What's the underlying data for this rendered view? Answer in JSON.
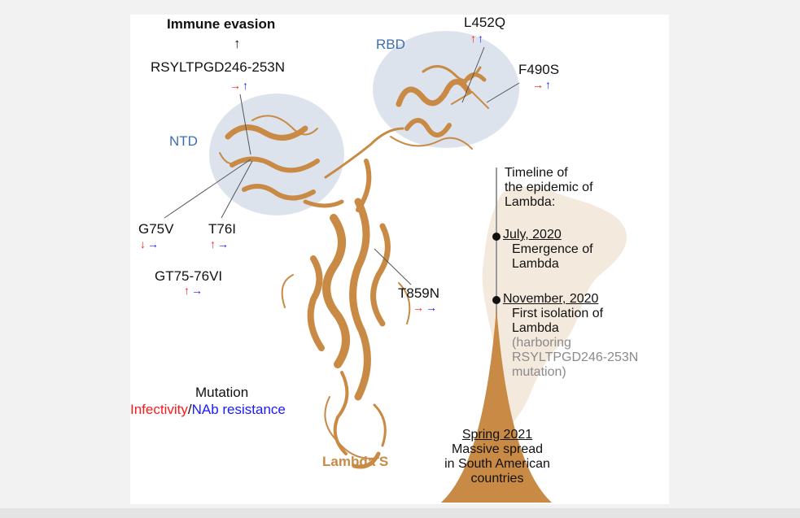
{
  "labels": {
    "immune_evasion": "Immune evasion",
    "up_arrow": "↑",
    "rsyltpgd": "RSYLTPGD246-253N",
    "ntd": "NTD",
    "rbd": "RBD",
    "l452q": "L452Q",
    "f490s": "F490S",
    "g75v": "G75V",
    "t76i": "T76I",
    "gt75": "GT75-76VI",
    "t859n": "T859N",
    "mutation": "Mutation",
    "infectivity": "Infectivity",
    "slash": "/",
    "nab_resistance": "NAb resistance",
    "lambda_s": "Lambda S"
  },
  "arrow_glyphs": {
    "rsyltpgd": {
      "red": "→",
      "blue": "↑"
    },
    "l452q": {
      "red": "↑",
      "blue": "↑"
    },
    "f490s": {
      "red": "→",
      "blue": "↑"
    },
    "g75v": {
      "red": "↓",
      "blue": "→"
    },
    "t76i": {
      "red": "↑",
      "blue": "→"
    },
    "gt75": {
      "red": "↑",
      "blue": "→"
    },
    "t859n": {
      "red": "→",
      "blue": "→"
    }
  },
  "timeline": {
    "title_line1": "Timeline of",
    "title_line2": "the epidemic of",
    "title_line3": "Lambda:",
    "event1_date": "July, 2020",
    "event1_line1": "Emergence of",
    "event1_line2": "Lambda",
    "event2_date": "November, 2020",
    "event2_line1": "First isolation of",
    "event2_line2": "Lambda",
    "event2_note1": "(harboring",
    "event2_note2": "RSYLTPGD246-253N",
    "event2_note3": "mutation)",
    "event3_date": "Spring 2021",
    "event3_line1": "Massive spread",
    "event3_line2": "in South American",
    "event3_line3": "countries"
  },
  "colors": {
    "infectivity": "#ff1a1a",
    "nab_resistance": "#1a1aff",
    "protein": "#c88a45",
    "domain_ellipse": "#dde3ec",
    "domain_label": "#3d6fb0",
    "map": "#f3e9dc"
  },
  "icons": [
    "protein-structure-illustration",
    "south-america-map",
    "timeline-cone"
  ]
}
